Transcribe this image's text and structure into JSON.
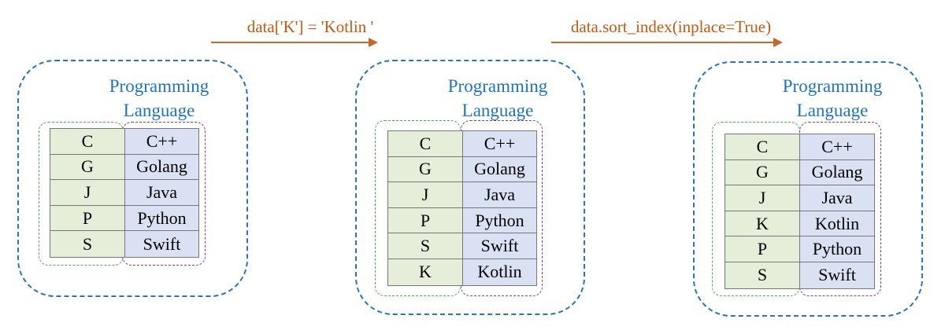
{
  "operations": [
    {
      "label": "data['K'] = 'Kotlin '"
    },
    {
      "label": "data.sort_index(inplace=True)"
    }
  ],
  "panels": [
    {
      "title_line1": "Programming",
      "title_line2": "Language",
      "index": [
        "C",
        "G",
        "J",
        "P",
        "S"
      ],
      "values": [
        "C++",
        "Golang",
        "Java",
        "Python",
        "Swift"
      ]
    },
    {
      "title_line1": "Programming",
      "title_line2": "Language",
      "index": [
        "C",
        "G",
        "J",
        "P",
        "S",
        "K"
      ],
      "values": [
        "C++",
        "Golang",
        "Java",
        "Python",
        "Swift",
        "Kotlin"
      ]
    },
    {
      "title_line1": "Programming",
      "title_line2": "Language",
      "index": [
        "C",
        "G",
        "J",
        "K",
        "P",
        "S"
      ],
      "values": [
        "C++",
        "Golang",
        "Java",
        "Kotlin",
        "Python",
        "Swift"
      ]
    }
  ],
  "colors": {
    "panel_border": "#2a74b8",
    "title_text": "#1f73c1",
    "index_group_border": "#49ad55",
    "values_group_border": "#7b3fa0",
    "index_fill": "#e4eed8",
    "values_fill": "#d9e1f2",
    "operation_text": "#c4590f",
    "arrow": "#c26a2a"
  }
}
